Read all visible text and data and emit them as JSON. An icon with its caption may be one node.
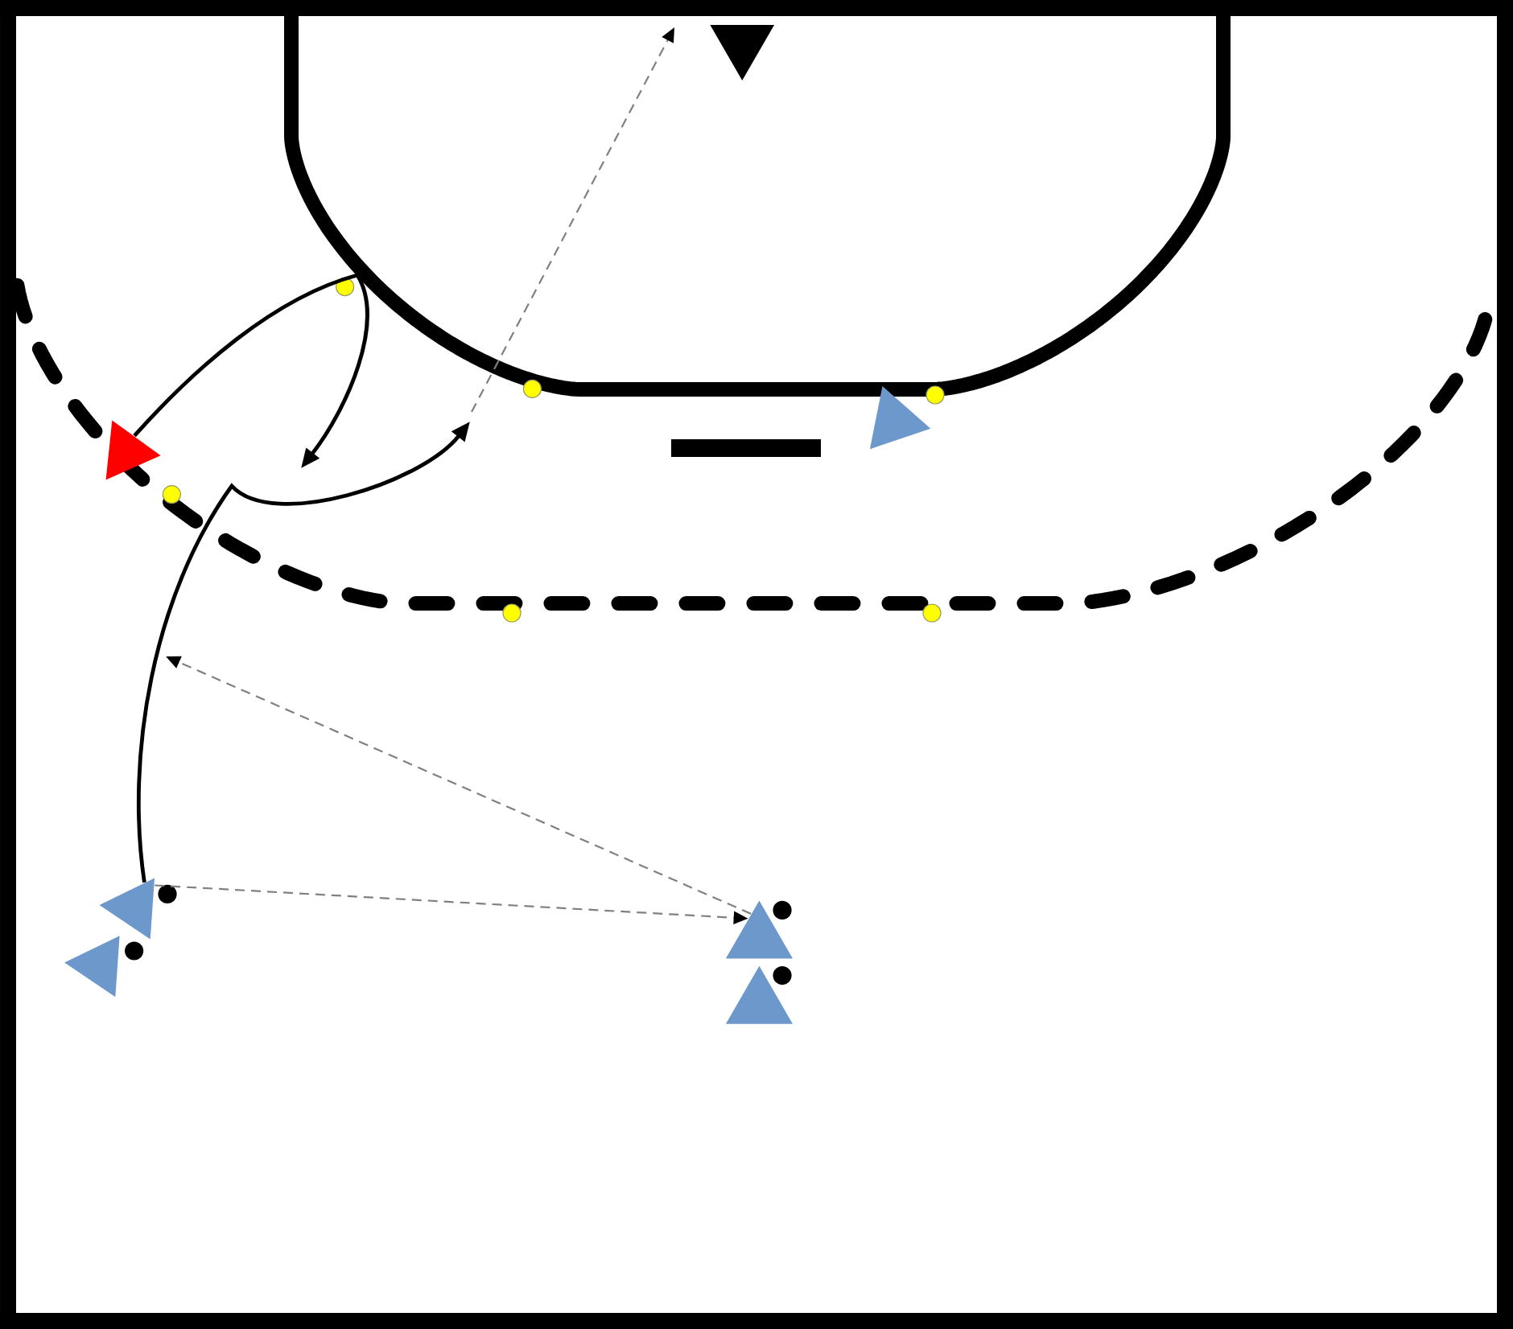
{
  "diagram": {
    "nodes": [
      {
        "text": [],
        "shape": "triangle"
      },
      {
        "text": [],
        "shape": "triangle"
      },
      {
        "text": [],
        "shape": "triangle"
      },
      {
        "text": [],
        "shape": "triangle"
      },
      {
        "text": [],
        "shape": "triangle"
      },
      {
        "text": [],
        "shape": "triangle"
      },
      {
        "text": [],
        "shape": "triangle"
      }
    ],
    "edges": [
      {
        "from": 1,
        "to": null,
        "arrow": "to"
      },
      {
        "from": 3,
        "to": null,
        "arrow": "to"
      },
      {
        "from": 3,
        "to": 5,
        "arrow": "to",
        "style": "dashed",
        "color": "#808080"
      },
      {
        "from": 5,
        "to": null,
        "arrow": "to",
        "style": "dashed",
        "color": "#808080"
      }
    ]
  }
}
